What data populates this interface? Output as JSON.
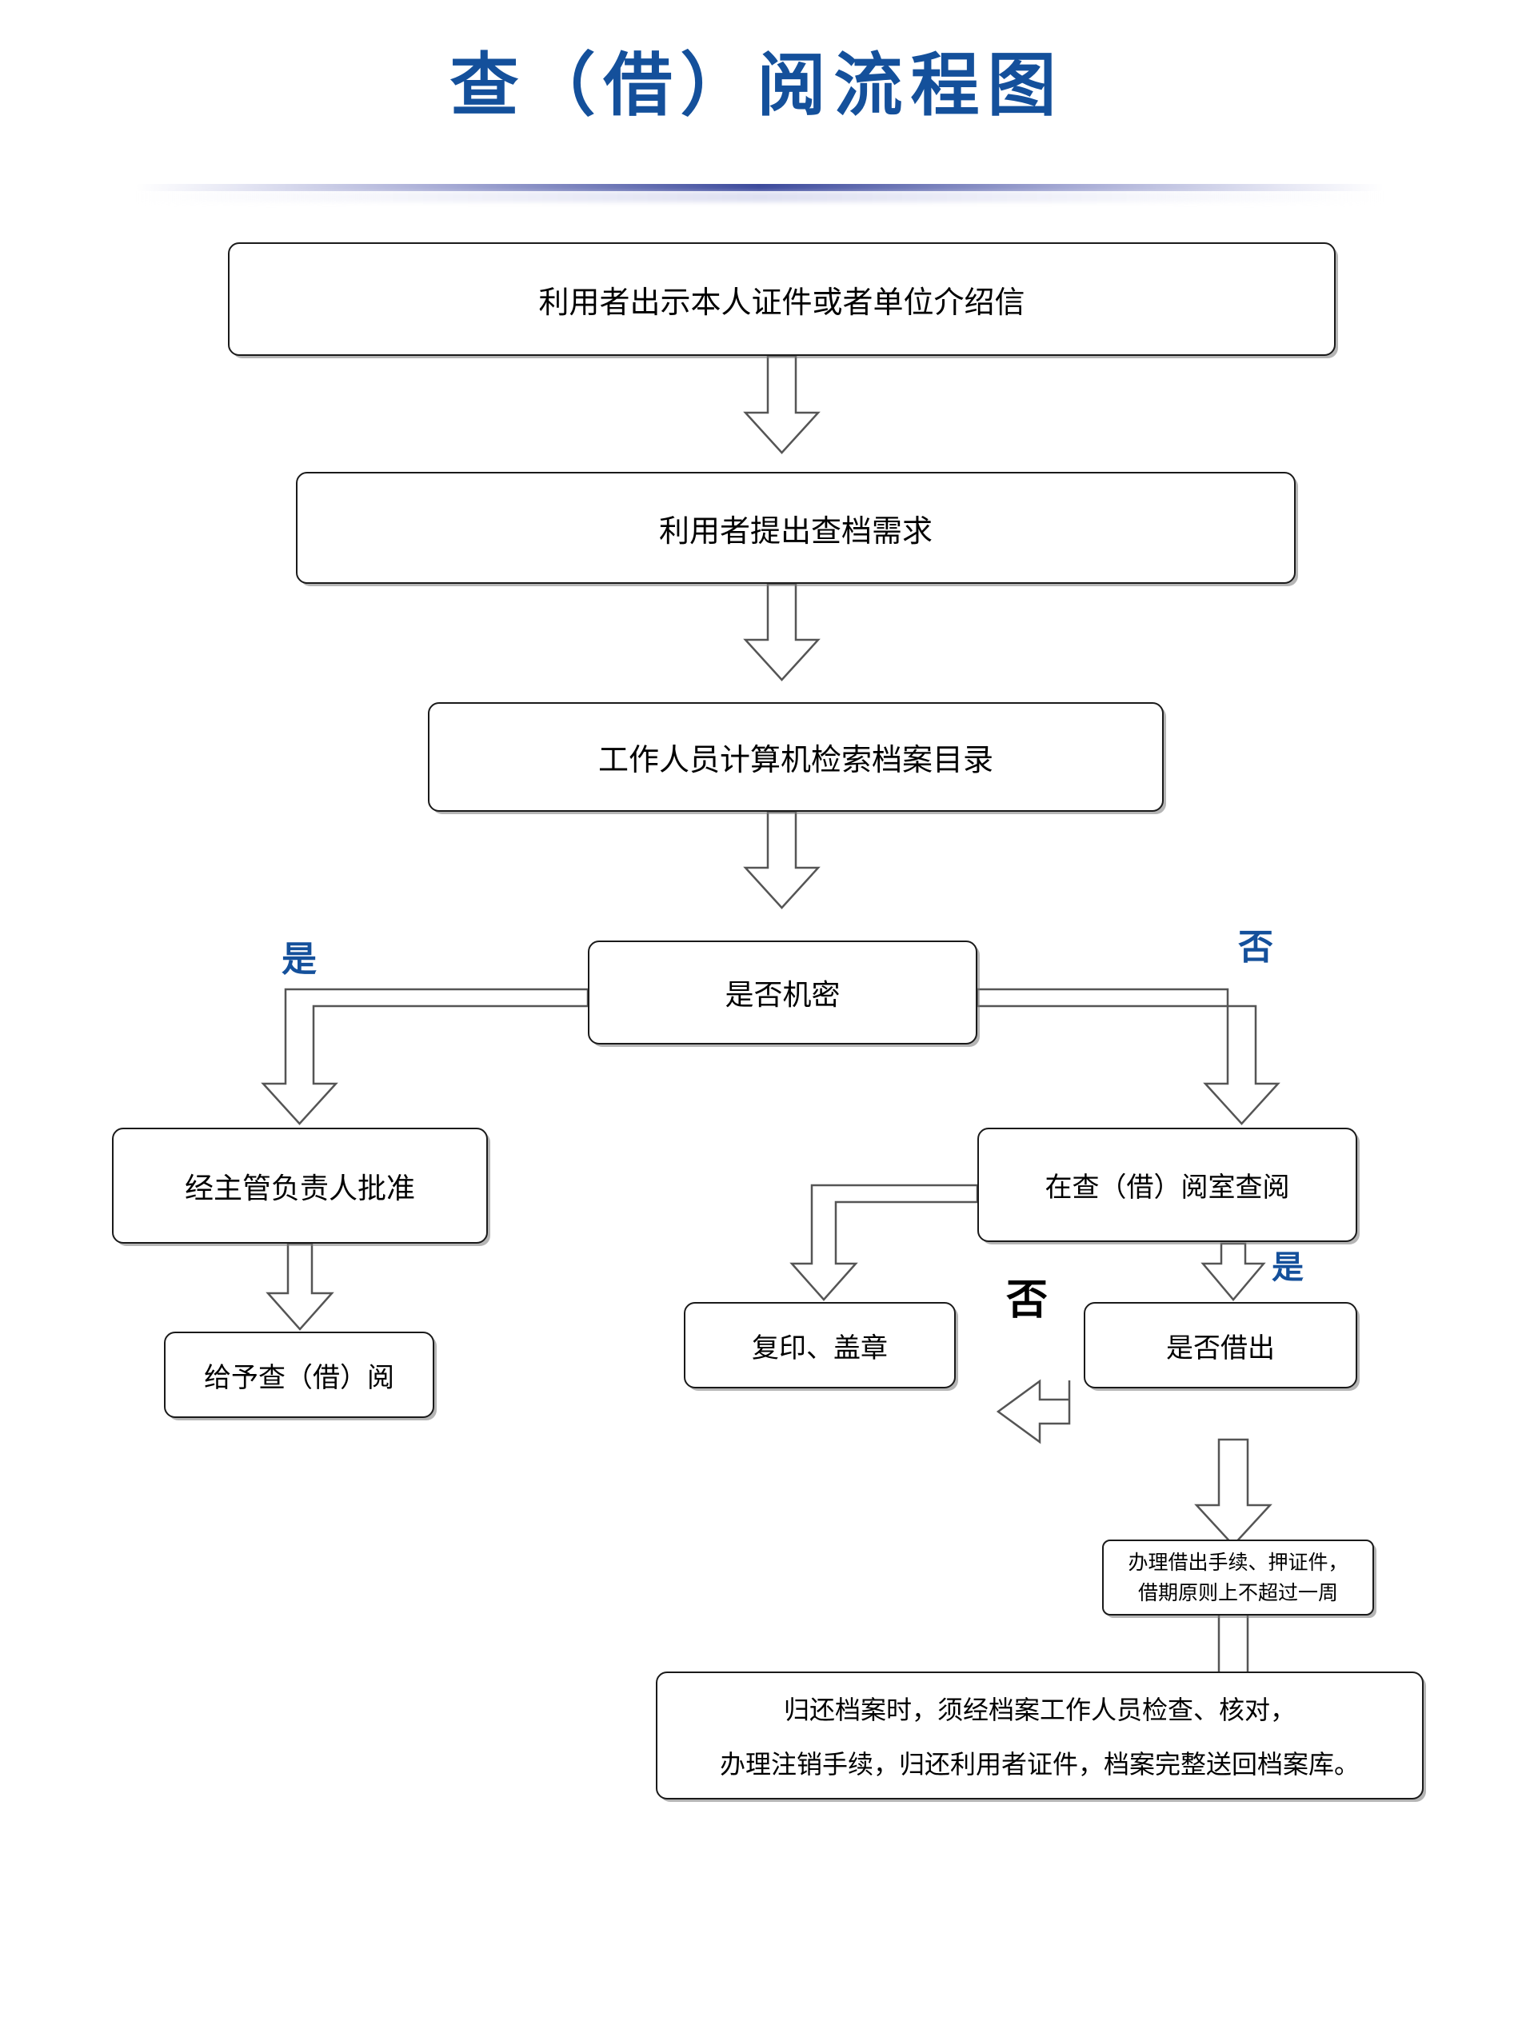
{
  "page": {
    "title": "查（借）阅流程图",
    "accent_color": "#14509B",
    "divider_color": "#3c4a9c",
    "box_border_color": "#1a1a1a",
    "background": "#ffffff"
  },
  "nodes": {
    "n1_show_credentials": "利用者出示本人证件或者单位介绍信",
    "n2_request": "利用者提出查档需求",
    "n3_search_catalog": "工作人员计算机检索档案目录",
    "n4_is_confidential": "是否机密",
    "n5_approval": "经主管负责人批准",
    "n6_grant_access": "给予查（借）阅",
    "n7_reading_room": "在查（借）阅室查阅",
    "n8_copy_stamp": "复印、盖章",
    "n9_is_borrowed": "是否借出",
    "n10_borrow_formalities_line1": "办理借出手续、押证件，",
    "n10_borrow_formalities_line2": "借期原则上不超过一周",
    "n11_return_line1": "归还档案时，须经档案工作人员检查、核对，",
    "n11_return_line2": "办理注销手续，归还利用者证件，档案完整送回档案库。"
  },
  "branch_labels": {
    "confidential_yes": "是",
    "confidential_no": "否",
    "reading_room_yes": "是",
    "borrow_no": "否"
  }
}
